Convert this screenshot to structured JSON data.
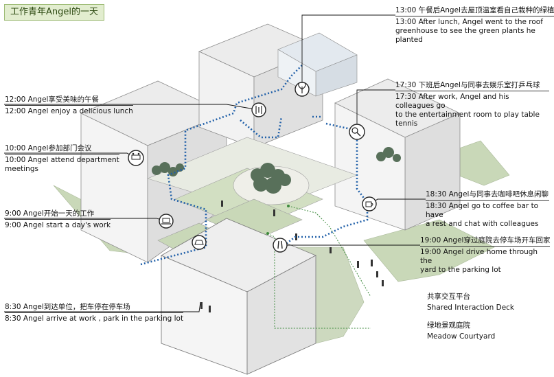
{
  "title": "工作青年Angel的一天",
  "colors": {
    "route": "#1f5fa8",
    "lawn": "#c9d8b8",
    "tree": "#58705a",
    "title_bg": "#e2edcf",
    "accent_green": "#3d8a3d"
  },
  "timeline": [
    {
      "cn": "12:00 Angel享受美味的午餐",
      "en": "12:00 Angel enjoy a delicious lunch",
      "icon": "dining-icon"
    },
    {
      "cn": "10:00 Angel参加部门会议",
      "en": "10:00 Angel attend department\nmeetings",
      "icon": "meeting-icon"
    },
    {
      "cn": "9:00 Angel开始一天的工作",
      "en": "9:00 Angel start a day's work",
      "icon": "work-icon"
    },
    {
      "cn": "8:30 Angel到达单位，把车停在停车场",
      "en": "8:30 Angel arrive at work , park in the parking lot",
      "icon": "parking-icon"
    },
    {
      "cn": "13:00 午餐后Angel去屋顶温室看自己栽种的绿植",
      "en": "13:00 After lunch, Angel went to the roof\ngreenhouse to see the green plants he planted",
      "icon": "plant-icon"
    },
    {
      "cn": "17:30 下班后Angel与同事去娱乐室打乒乓球",
      "en": "17:30 After work, Angel and his colleagues go\nto the entertainment room to play table tennis",
      "icon": "ping-pong-icon"
    },
    {
      "cn": "18:30 Angel与同事去咖啡吧休息闲聊",
      "en": "18:30 Angel go to coffee bar to have\na rest and chat with colleagues",
      "icon": "coffee-icon"
    },
    {
      "cn": "19:00 Angel穿过庭院去停车场开车回家",
      "en": "19:00 Angel drive home through the\nyard to the parking lot",
      "icon": "walking-icon"
    }
  ],
  "spaces": [
    {
      "cn": "共享交互平台",
      "en": "Shared Interaction Deck"
    },
    {
      "cn": "绿地景观庭院",
      "en": "Meadow Courtyard"
    }
  ]
}
